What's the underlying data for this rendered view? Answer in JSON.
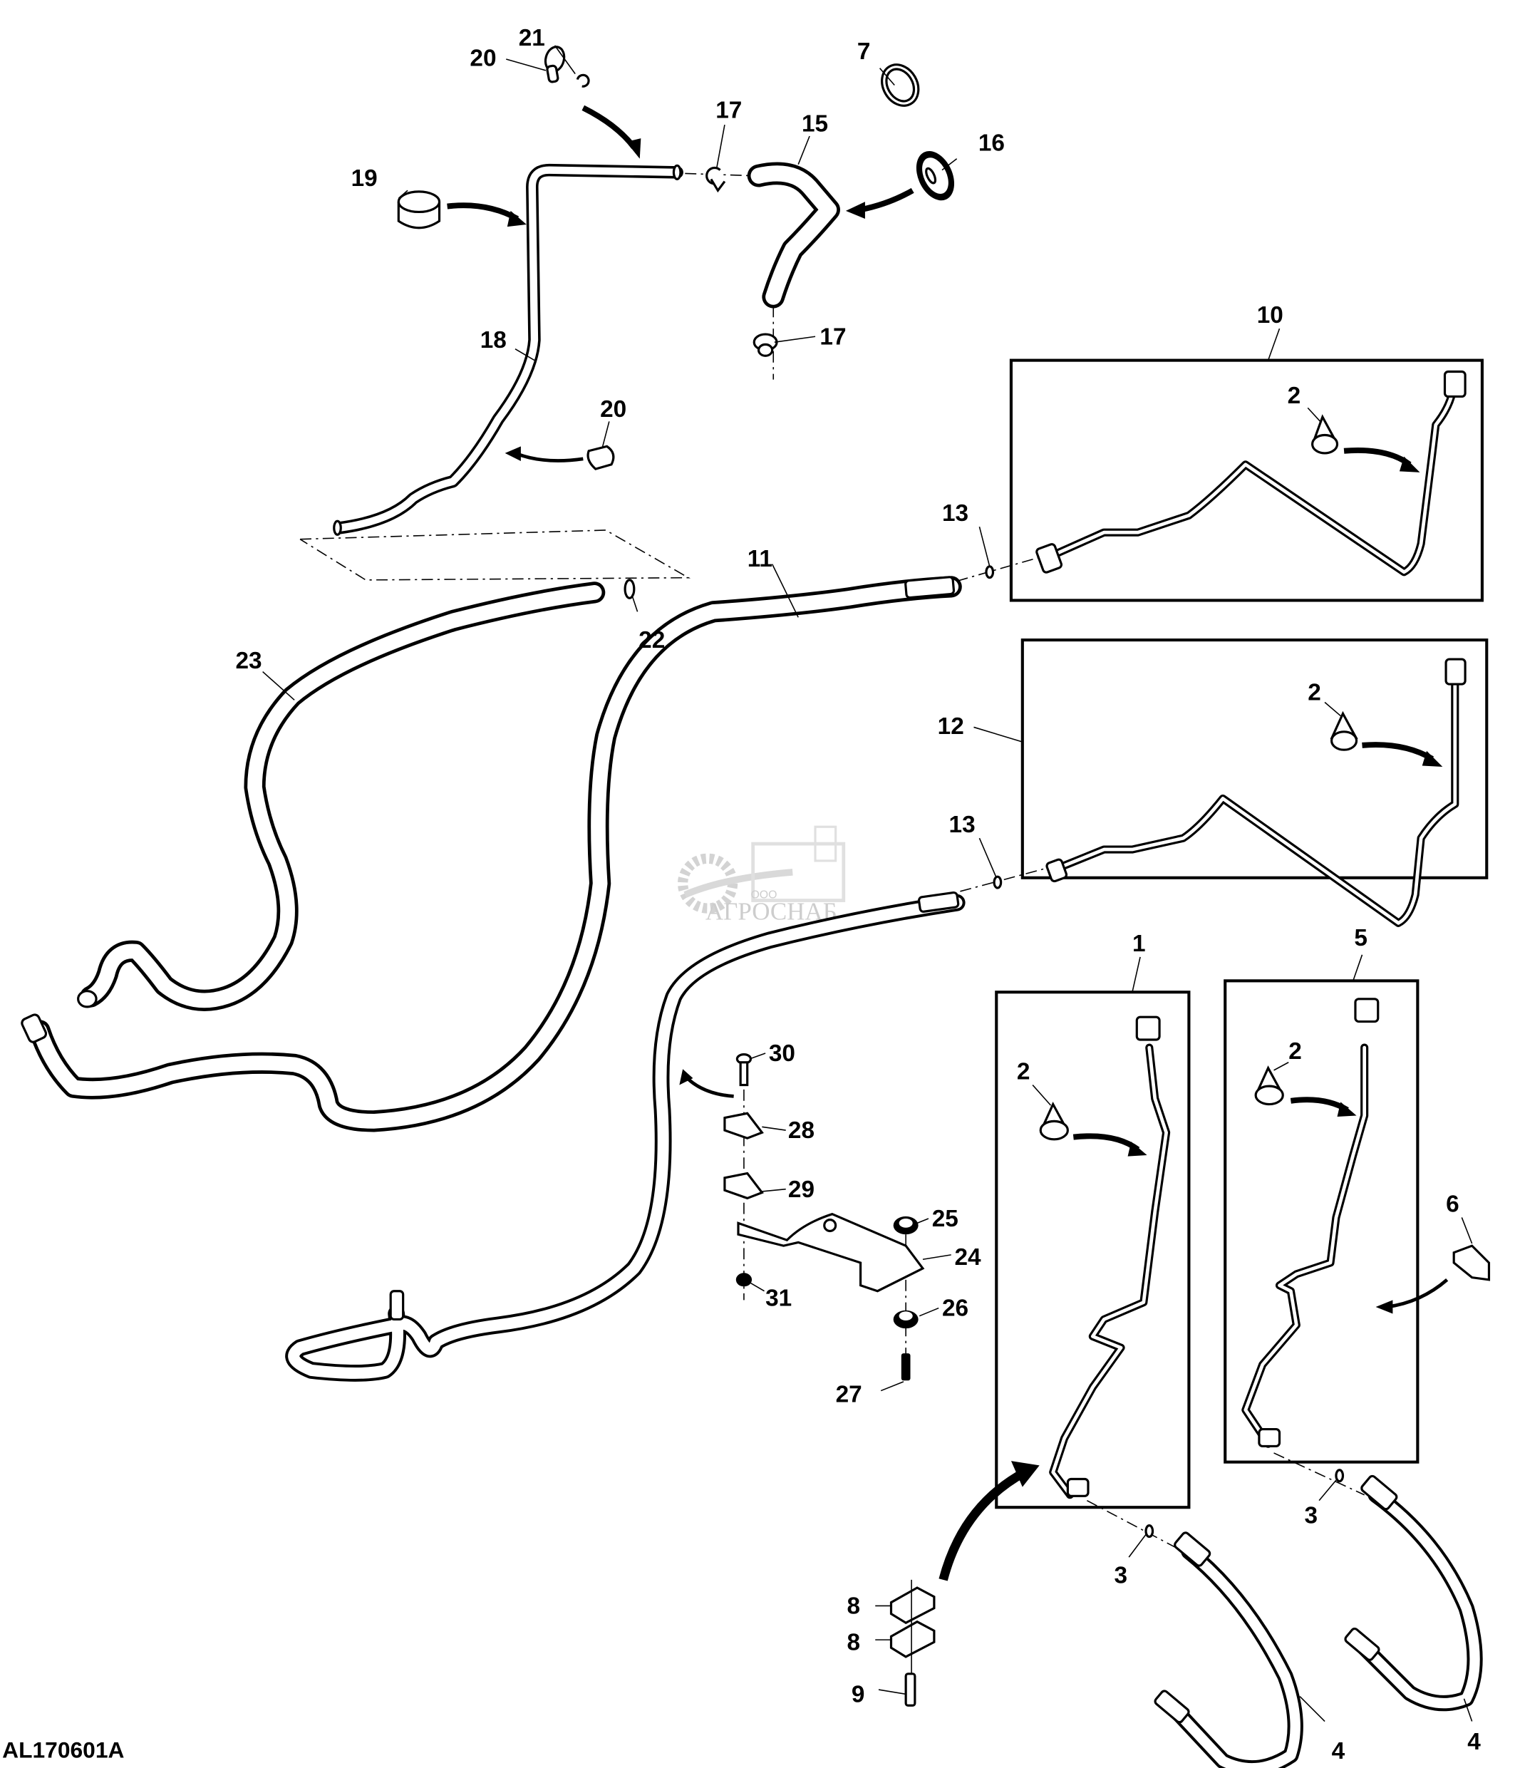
{
  "figure": {
    "id": "AL170601A",
    "type": "exploded parts diagram - hydraulic hoses and lines"
  },
  "watermark": {
    "prefix": "ООО",
    "brand": "АГРОСНАБ",
    "colors": {
      "watermark": "#c8c8c8"
    }
  },
  "callouts": {
    "c1": "1",
    "c2a": "2",
    "c2b": "2",
    "c2c": "2",
    "c2d": "2",
    "c3a": "3",
    "c3b": "3",
    "c4a": "4",
    "c4b": "4",
    "c5": "5",
    "c6": "6",
    "c7": "7",
    "c8a": "8",
    "c8b": "8",
    "c9": "9",
    "c10": "10",
    "c11": "11",
    "c12": "12",
    "c13a": "13",
    "c13b": "13",
    "c15": "15",
    "c16": "16",
    "c17a": "17",
    "c17b": "17",
    "c18": "18",
    "c19": "19",
    "c20a": "20",
    "c20b": "20",
    "c21": "21",
    "c22": "22",
    "c23": "23",
    "c24": "24",
    "c25": "25",
    "c26": "26",
    "c27": "27",
    "c28": "28",
    "c29": "29",
    "c30": "30",
    "c31": "31"
  },
  "groups": [
    {
      "label": "10",
      "contains": [
        "2"
      ]
    },
    {
      "label": "12",
      "contains": [
        "2"
      ]
    },
    {
      "label": "1",
      "contains": [
        "2"
      ]
    },
    {
      "label": "5",
      "contains": [
        "2"
      ]
    }
  ],
  "colors": {
    "line": "#000000",
    "background": "#ffffff"
  }
}
